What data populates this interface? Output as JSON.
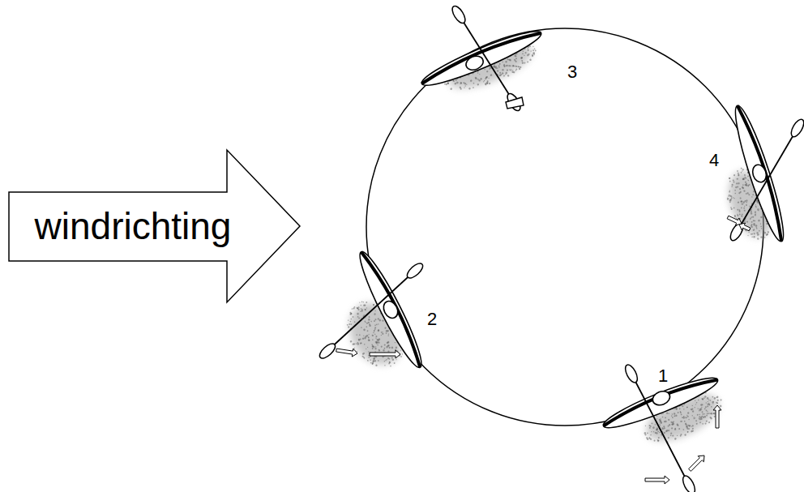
{
  "diagram": {
    "nodes": [
      {
        "text": [
          "windrichting"
        ]
      }
    ],
    "edges": [],
    "labels": [
      "1",
      "2",
      "3",
      "4"
    ]
  }
}
